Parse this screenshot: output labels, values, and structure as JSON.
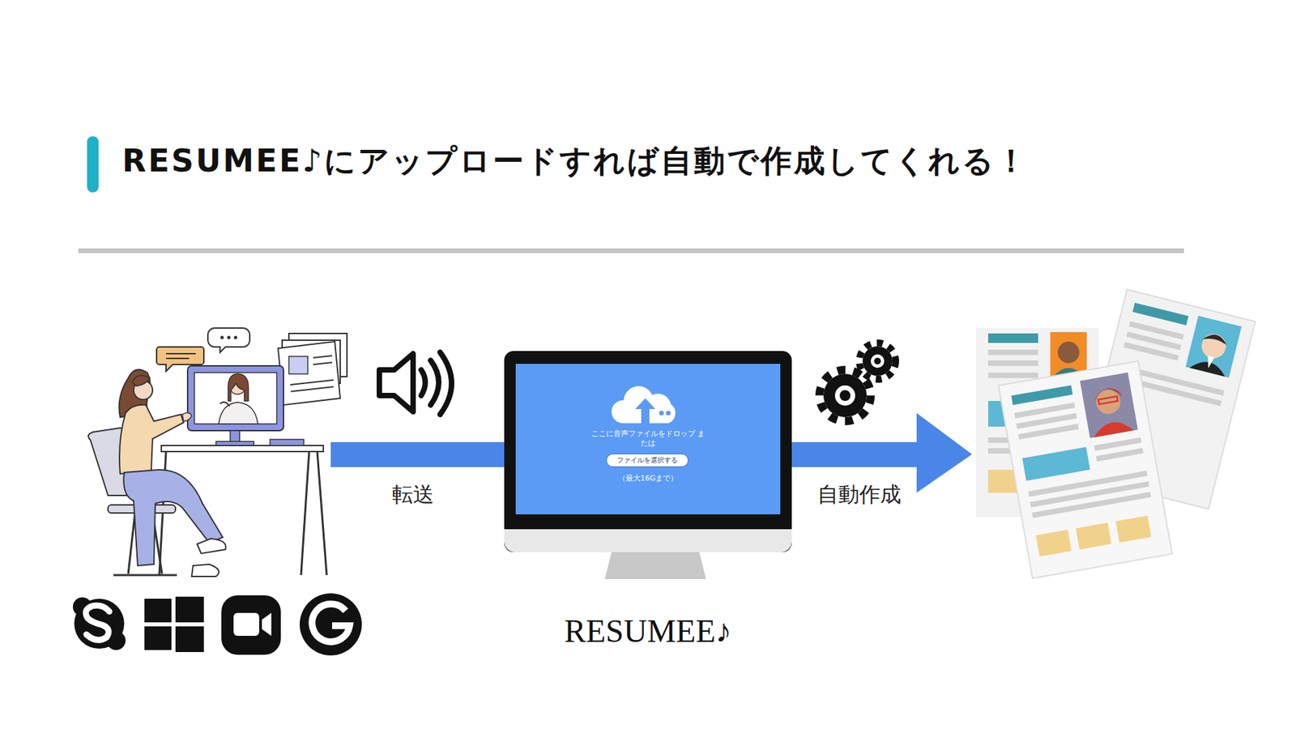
{
  "diagram": {
    "title": "RESUMEE♪にアップロードすれば自動で作成してくれる！",
    "nodes": [
      {
        "text": [
          "ここに音声ファイルをドロップ または",
          "（最大16Gまで）",
          "RESUMEE♪"
        ]
      },
      {
        "text": [
          "ファイルを選択する"
        ],
        "in": 0
      }
    ],
    "labels": [
      "転送",
      "自動作成"
    ]
  }
}
